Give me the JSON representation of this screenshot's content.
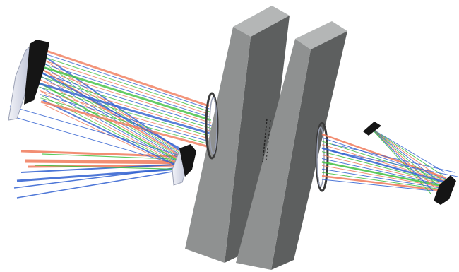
{
  "scene": {
    "background": "#ffffff",
    "colors": {
      "ray_red": "#f07a5a",
      "ray_green": "#3fbf3f",
      "ray_blue": "#2f5fd0",
      "block_front": "#8f9191",
      "block_side": "#5d5f5f",
      "block_top": "#b4b6b6",
      "mirror_dark": "#151515",
      "mirror_face": "#d7dae6"
    },
    "components": [
      {
        "name": "concave-mirror-left",
        "kind": "mirror"
      },
      {
        "name": "flat-mirror-center",
        "kind": "mirror"
      },
      {
        "name": "beam-splitter-block-left",
        "kind": "optical-block"
      },
      {
        "name": "beam-splitter-block-right",
        "kind": "optical-block"
      },
      {
        "name": "lens-ring-left",
        "kind": "lens"
      },
      {
        "name": "lens-ring-right",
        "kind": "lens"
      },
      {
        "name": "focus-mirror-right",
        "kind": "mirror"
      },
      {
        "name": "small-fold-mirror",
        "kind": "mirror"
      }
    ]
  }
}
